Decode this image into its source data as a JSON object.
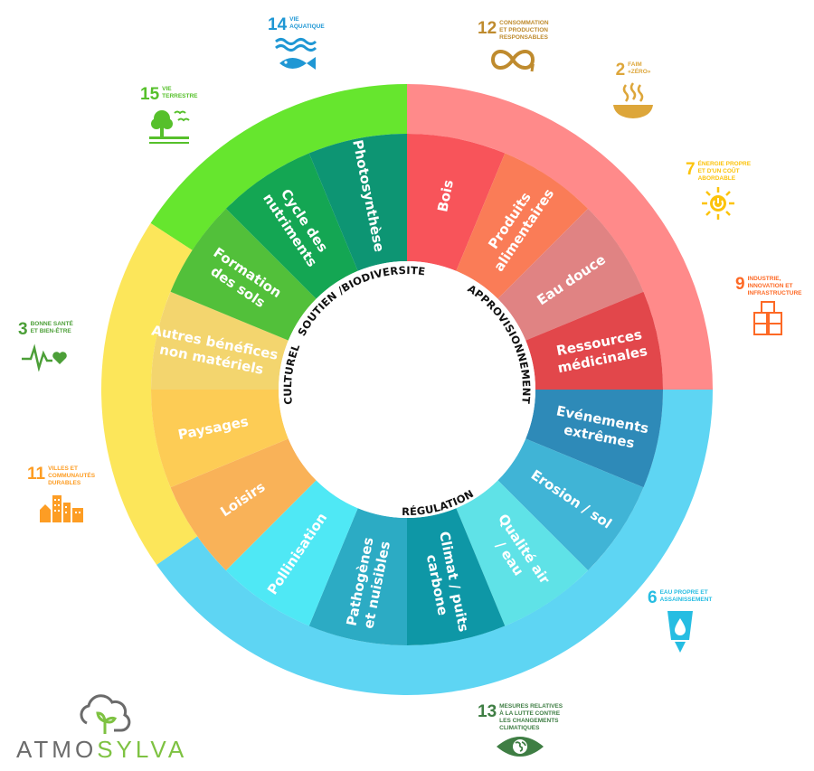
{
  "categories": [
    {
      "id": "soutien",
      "label": "SOUTIEN /BIODIVERSITE",
      "ring_color": "#66e62e"
    },
    {
      "id": "approvisionnement",
      "label": "APPROVISIONNEMENT",
      "ring_color": "#ff8a8a"
    },
    {
      "id": "regulation",
      "label": "RÉGULATION",
      "ring_color": "#5ed5f3"
    },
    {
      "id": "culturel",
      "label": "CULTUREL",
      "ring_color": "#fce65a"
    }
  ],
  "segments": [
    {
      "label": "Bois",
      "color": "#f8545a"
    },
    {
      "label": "Produits\nalimentaires",
      "color": "#fa7c57"
    },
    {
      "label": "Eau douce",
      "color": "#e08383"
    },
    {
      "label": "Ressources\nmédicinales",
      "color": "#e2474b"
    },
    {
      "label": "Evénements\nextrêmes",
      "color": "#2e8ab8"
    },
    {
      "label": "Erosion / sol",
      "color": "#40b4d6"
    },
    {
      "label": "Qualité air\n/ eau",
      "color": "#5fe2e7"
    },
    {
      "label": "Climat / puits\ncarbone",
      "color": "#0e97a6"
    },
    {
      "label": "Pathogènes\net nuisibles",
      "color": "#2cabc4"
    },
    {
      "label": "Pollinisation",
      "color": "#4fe8f5"
    },
    {
      "label": "Loisirs",
      "color": "#f9b258"
    },
    {
      "label": "Paysages",
      "color": "#fdcc55"
    },
    {
      "label": "Autres bénéfices\nnon matériels",
      "color": "#f3d56e"
    },
    {
      "label": "Formation\ndes sols",
      "color": "#52c03a"
    },
    {
      "label": "Cycle des\nnutriments",
      "color": "#14a653"
    },
    {
      "label": "Photosynthèse",
      "color": "#0d9573"
    }
  ],
  "sdgs": [
    {
      "number": "14",
      "text": "VIE\nAQUATIQUE",
      "color": "#1f97d4",
      "icon": "fish-icon"
    },
    {
      "number": "12",
      "text": "CONSOMMATION\nET PRODUCTION\nRESPONSABLES",
      "color": "#bf8b2e",
      "icon": "infinity-icon"
    },
    {
      "number": "2",
      "text": "FAIM\n«ZÉRO»",
      "color": "#dda63a",
      "icon": "bowl-icon"
    },
    {
      "number": "15",
      "text": "VIE\nTERRESTRE",
      "color": "#56c02b",
      "icon": "tree-icon"
    },
    {
      "number": "7",
      "text": "ÉNERGIE PROPRE\nET D'UN COÛT\nABORDABLE",
      "color": "#fcc30b",
      "icon": "sun-power-icon"
    },
    {
      "number": "9",
      "text": "INDUSTRIE,\nINNOVATION ET\nINFRASTRUCTURE",
      "color": "#fd6925",
      "icon": "cubes-icon"
    },
    {
      "number": "3",
      "text": "BONNE SANTÉ\nET BIEN-ÊTRE",
      "color": "#4c9f38",
      "icon": "heartbeat-icon"
    },
    {
      "number": "11",
      "text": "VILLES ET\nCOMMUNAUTÉS\nDURABLES",
      "color": "#fd9d24",
      "icon": "city-icon"
    },
    {
      "number": "6",
      "text": "EAU PROPRE ET\nASSAINISSEMENT",
      "color": "#26bde2",
      "icon": "water-glass-icon"
    },
    {
      "number": "13",
      "text": "MESURES RELATIVES\nÀ LA LUTTE CONTRE\nLES CHANGEMENTS\nCLIMATIQUES",
      "color": "#3f7e44",
      "icon": "eye-earth-icon"
    }
  ],
  "logo": {
    "text_main": "ATMO",
    "text_accent": "SYLVA",
    "color": "#6b6b6b",
    "accent_color": "#7ec242"
  }
}
